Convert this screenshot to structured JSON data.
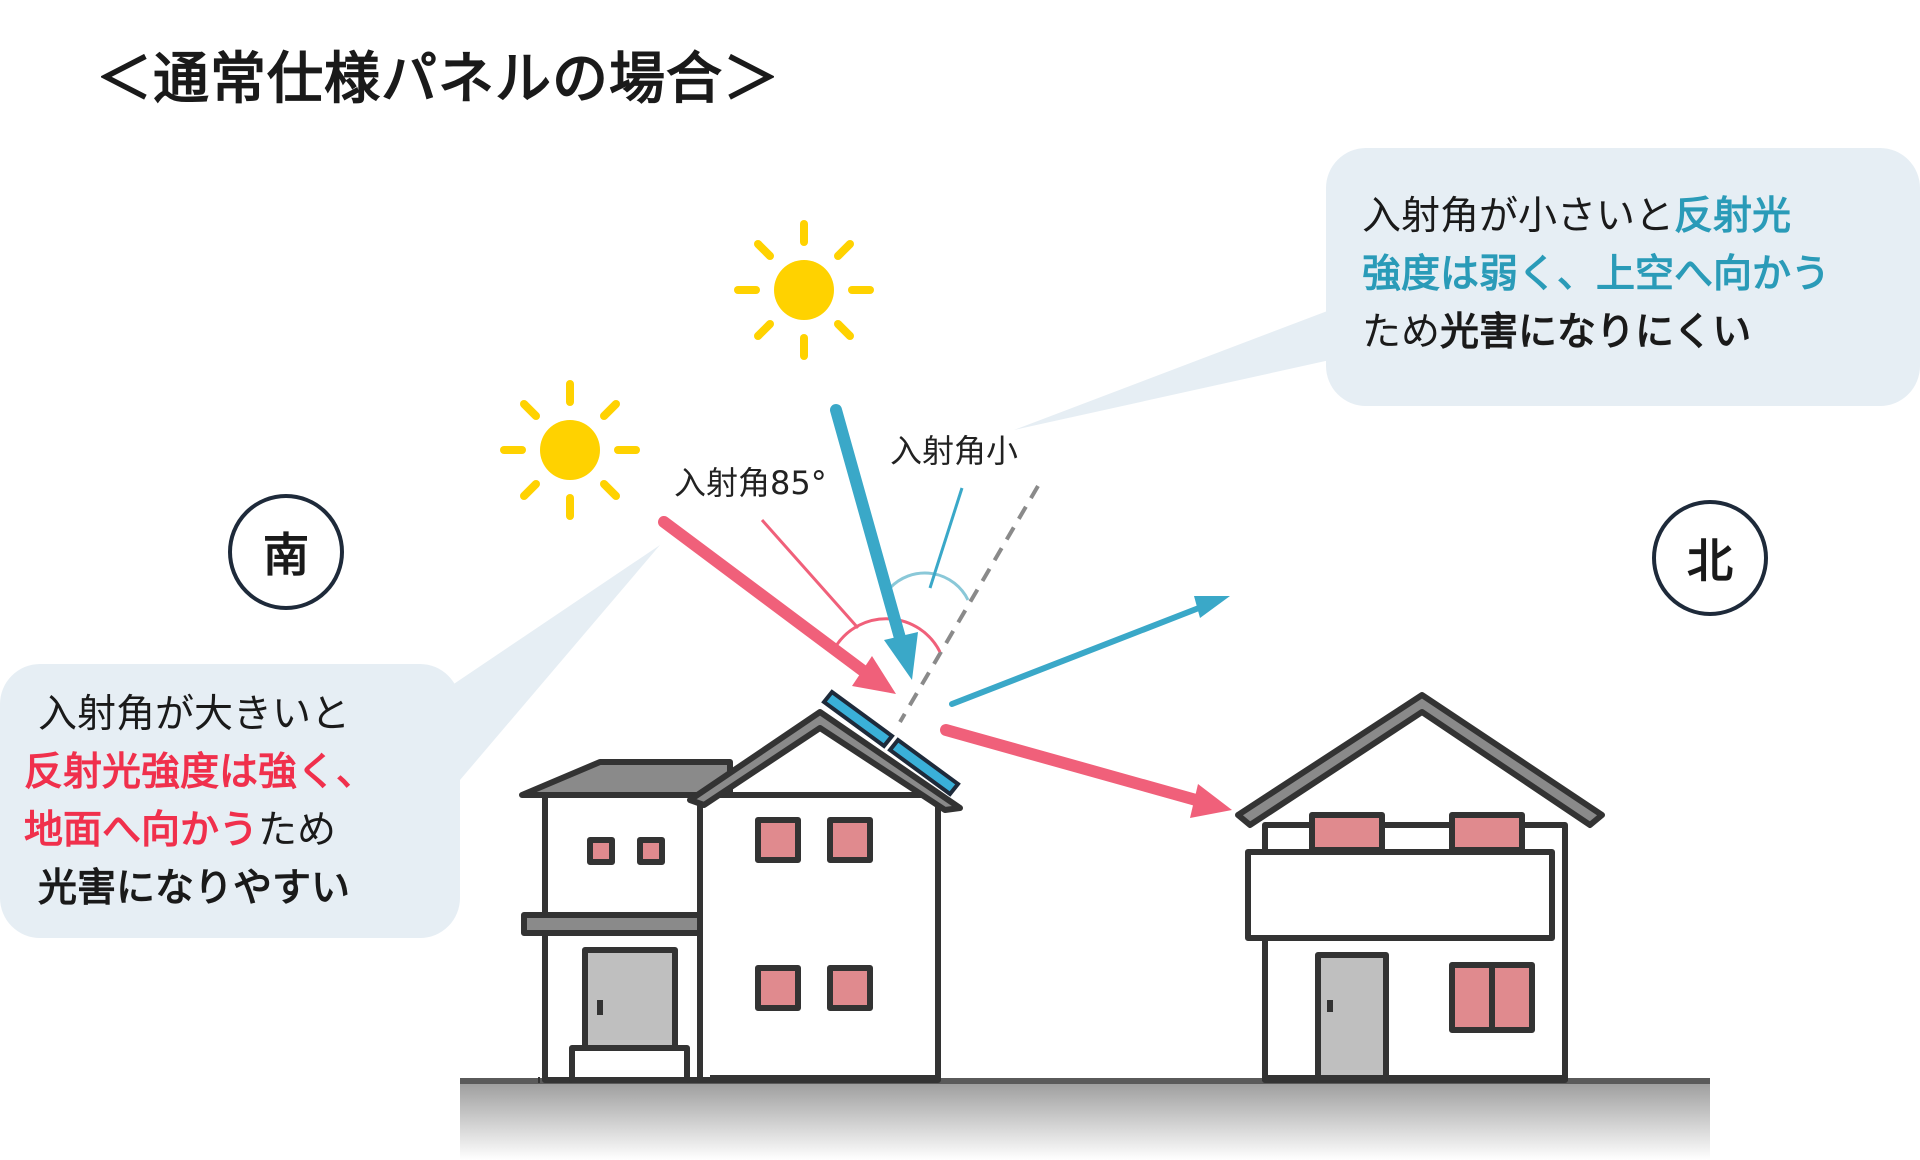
{
  "title": "＜通常仕様パネルの場合＞",
  "compass": {
    "south": "南",
    "north": "北"
  },
  "angle_labels": {
    "large": "入射角85°",
    "small": "入射角小"
  },
  "bubble_right": {
    "line1_normal": "入射角が小さいと",
    "line1_accent": "反射光",
    "line2_accent": "強度は弱く、上空へ向かう",
    "line3_normal": "ため",
    "line3_bold": "光害になりにくい"
  },
  "bubble_left": {
    "line1": "入射角が大きいと",
    "line2_accent": "反射光強度は強く、",
    "line3_accent": "地面へ向かう",
    "line3_normal": "ため",
    "line4_bold": "光害になりやすい"
  },
  "colors": {
    "teal": "#2a9bb8",
    "red": "#f0304c",
    "sun": "#ffd200",
    "arrow_red": "#f0607a",
    "arrow_blue": "#3aa8c8",
    "bubble": "#e6eef4",
    "window": "#e08a8e",
    "panel": "#3ab0d8",
    "ground": "#c8c8c8"
  },
  "icons": [
    "sun-icon",
    "solar-panel-icon",
    "house-icon"
  ]
}
